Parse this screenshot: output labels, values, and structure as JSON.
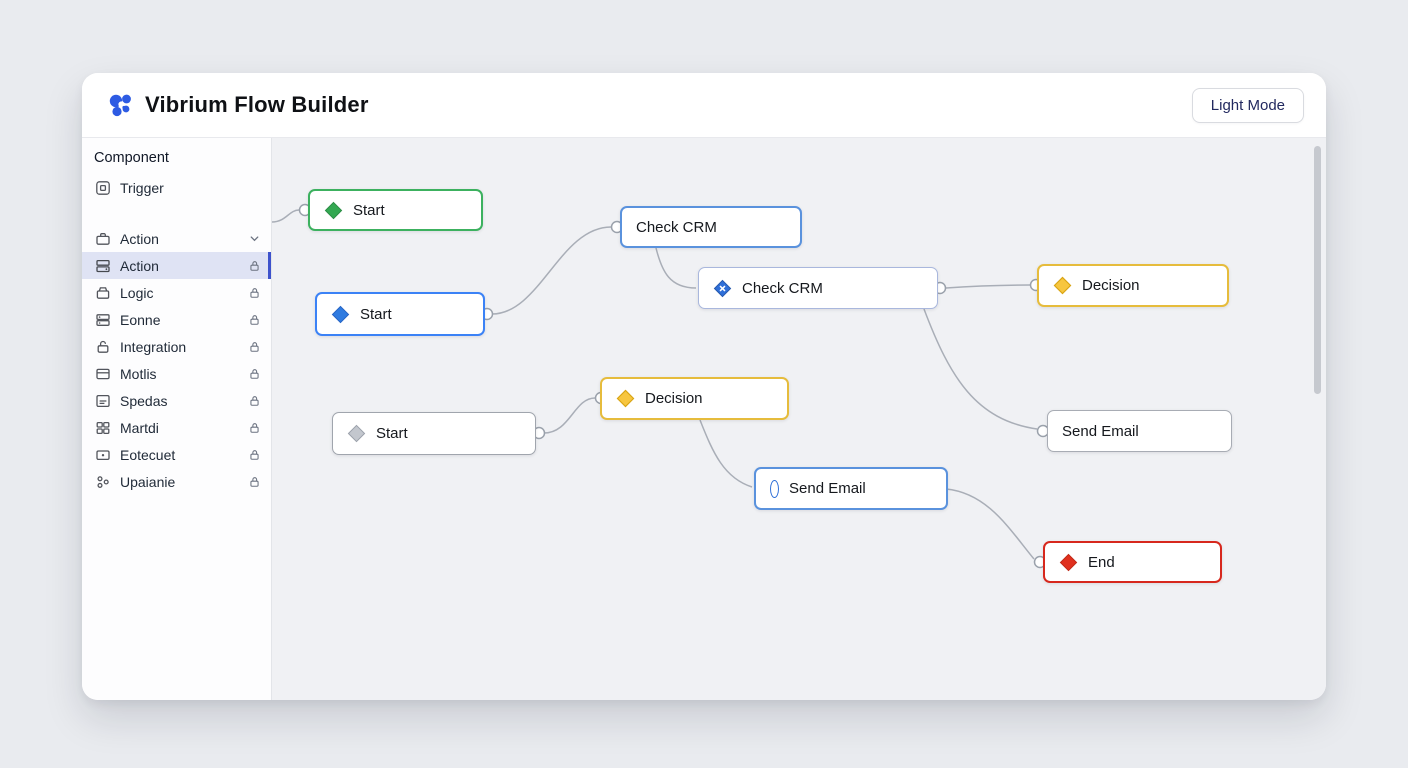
{
  "app": {
    "title": "Vibrium Flow Builder",
    "logo_icon": "vibrium-logo",
    "theme_toggle_label": "Light Mode"
  },
  "sidebar": {
    "header": "Component",
    "items": [
      {
        "label": "Trigger",
        "icon": "trigger-icon",
        "locked": false,
        "selected": false
      },
      {
        "label": "Action",
        "icon": "action-group-icon",
        "locked": false,
        "selected": false,
        "chevron": "chevron-down-icon"
      },
      {
        "label": "Action",
        "icon": "action-icon",
        "locked": true,
        "selected": true
      },
      {
        "label": "Logic",
        "icon": "logic-icon",
        "locked": true,
        "selected": false
      },
      {
        "label": "Eonne",
        "icon": "eonne-icon",
        "locked": true,
        "selected": false
      },
      {
        "label": "Integration",
        "icon": "integration-icon",
        "locked": true,
        "selected": false
      },
      {
        "label": "Motlis",
        "icon": "motlis-icon",
        "locked": true,
        "selected": false
      },
      {
        "label": "Spedas",
        "icon": "spedas-icon",
        "locked": true,
        "selected": false
      },
      {
        "label": "Martdi",
        "icon": "martdi-icon",
        "locked": true,
        "selected": false
      },
      {
        "label": "Eotecuet",
        "icon": "eotecuet-icon",
        "locked": true,
        "selected": false
      },
      {
        "label": "Upaianie",
        "icon": "upaianie-icon",
        "locked": true,
        "selected": false
      }
    ],
    "selected_item_color": "#3d52cc",
    "selected_item_bg": "#dfe3f4"
  },
  "canvas": {
    "background": "#f0f1f4",
    "edge_color": "#a9aeb7",
    "port_color": "#9aa1ab",
    "nodes": [
      {
        "label": "Start",
        "type": "start",
        "accent": "#3cb15f",
        "icon": "diamond-green-icon"
      },
      {
        "label": "Start",
        "type": "start",
        "accent": "#3b82f6",
        "icon": "diamond-blue-icon"
      },
      {
        "label": "Start",
        "type": "start",
        "accent": "#a0a5ad",
        "icon": "diamond-gray-icon"
      },
      {
        "label": "Check CRM",
        "type": "process",
        "accent": "#5a92dd",
        "icon": null
      },
      {
        "label": "Check CRM",
        "type": "process",
        "accent": "#a9b7dd",
        "icon": "diamond-check-icon"
      },
      {
        "label": "Decision",
        "type": "decision",
        "accent": "#e6bc3c",
        "icon": "diamond-yellow-icon"
      },
      {
        "label": "Decision",
        "type": "decision",
        "accent": "#e6bc3c",
        "icon": "diamond-yellow-icon"
      },
      {
        "label": "Send Email",
        "type": "action",
        "accent": "#5a92dd",
        "icon": "mail-capsule-icon"
      },
      {
        "label": "Send Email",
        "type": "action",
        "accent": "#a8acb4",
        "icon": null
      },
      {
        "label": "End",
        "type": "end",
        "accent": "#d7281d",
        "icon": "diamond-red-icon"
      }
    ]
  }
}
